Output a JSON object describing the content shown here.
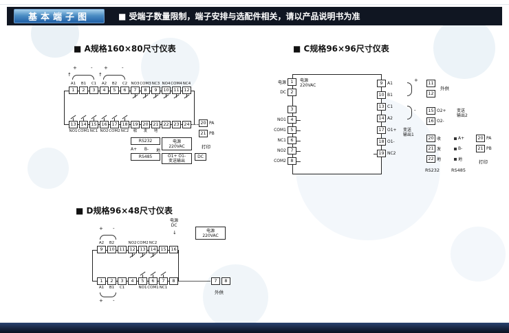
{
  "header": {
    "title": "基本端子图",
    "note": "■ 受端子数量限制，端子安排与选配件相关，请以产品说明书为准"
  },
  "symbols": {
    "plus": "+",
    "minus": "-",
    "up": "↑",
    "down": "↓"
  },
  "a": {
    "title": "■ A规格160×80尺寸仪表",
    "top": [
      {
        "n": "1",
        "l": "A1"
      },
      {
        "n": "2",
        "l": "B1"
      },
      {
        "n": "3",
        "l": "C1"
      },
      {
        "n": "4",
        "l": "A2"
      },
      {
        "n": "5",
        "l": "B2"
      },
      {
        "n": "6",
        "l": "C2"
      },
      {
        "n": "7",
        "l": "NO3"
      },
      {
        "n": "8",
        "l": "COM3"
      },
      {
        "n": "9",
        "l": "NC3"
      },
      {
        "n": "10",
        "l": "NO4"
      },
      {
        "n": "11",
        "l": "COM4"
      },
      {
        "n": "12",
        "l": "NC4"
      }
    ],
    "bottom": [
      {
        "n": "13",
        "l": "NO1"
      },
      {
        "n": "14",
        "l": "COM1"
      },
      {
        "n": "15",
        "l": "NC1"
      },
      {
        "n": "16",
        "l": "NO2"
      },
      {
        "n": "17",
        "l": "COM2"
      },
      {
        "n": "18",
        "l": "NC2"
      },
      {
        "n": "19",
        "l": "收"
      },
      {
        "n": "20",
        "l": "发"
      },
      {
        "n": "21",
        "l": "地"
      },
      {
        "n": "22",
        "l": ""
      },
      {
        "n": "23",
        "l": ""
      },
      {
        "n": "24",
        "l": ""
      }
    ],
    "rs232": "RS232",
    "rs485": "RS485",
    "alt_comm": [
      "A+",
      "B-",
      "地"
    ],
    "power_line1": "电源",
    "power_line2": "220VAC",
    "out_line1": "O1+ O1-",
    "out_line2": "变送输出",
    "dc": "DC",
    "print": {
      "rows": [
        {
          "n": "20",
          "l": "PA"
        },
        {
          "n": "21",
          "l": "PB"
        }
      ],
      "caption": "打印"
    }
  },
  "c": {
    "title": "■ C规格96×96尺寸仪表",
    "power": [
      {
        "n": "1",
        "l": "电源"
      },
      {
        "n": "2",
        "l": "DC"
      }
    ],
    "power_inner1": "电源",
    "power_inner2": "220VAC",
    "left": [
      {
        "n": "3",
        "l": ""
      },
      {
        "n": "4",
        "l": "NO1"
      },
      {
        "n": "5",
        "l": "COM1"
      },
      {
        "n": "6",
        "l": "NC1"
      },
      {
        "n": "7",
        "l": "NO2"
      },
      {
        "n": "8",
        "l": "COM2"
      }
    ],
    "right": [
      {
        "n": "9",
        "l": "A1"
      },
      {
        "n": "10",
        "l": "B1"
      },
      {
        "n": "13",
        "l": "C1"
      },
      {
        "n": "14",
        "l": "A2"
      },
      {
        "n": "17",
        "l": "O1+"
      },
      {
        "n": "18",
        "l": "O1-"
      },
      {
        "n": "19",
        "l": "NC2"
      }
    ],
    "out1_line1": "变送",
    "out1_line2": "输出1",
    "aux": {
      "rows": [
        {
          "n": "11",
          "l": ""
        },
        {
          "n": "12",
          "l": ""
        }
      ],
      "caption": "外供"
    },
    "o2": {
      "rows": [
        {
          "n": "15",
          "l": "O2+"
        },
        {
          "n": "16",
          "l": "O2-"
        }
      ],
      "cap1": "变送",
      "cap2": "输出2"
    },
    "comm": {
      "rows": [
        {
          "n": "20",
          "l": "收"
        },
        {
          "n": "21",
          "l": "发"
        },
        {
          "n": "22",
          "l": "地"
        }
      ],
      "caption": "RS232"
    },
    "comm_alt": {
      "labels": [
        "A+",
        "B-",
        "地"
      ],
      "caption": "RS485"
    },
    "print": {
      "rows": [
        {
          "n": "20",
          "l": "PA"
        },
        {
          "n": "21",
          "l": "PB"
        }
      ],
      "caption": "打印"
    }
  },
  "d": {
    "title": "■ D规格96×48尺寸仪表",
    "power_dc1": "电源",
    "power_dc2": "DC",
    "power_box1": "电源",
    "power_box2": "220VAC",
    "top": [
      {
        "n": "9",
        "l": "A2"
      },
      {
        "n": "10",
        "l": "B2"
      },
      {
        "n": "11",
        "l": ""
      },
      {
        "n": "12",
        "l": "NO2"
      },
      {
        "n": "13",
        "l": "COM2"
      },
      {
        "n": "14",
        "l": "NC2"
      },
      {
        "n": "15",
        "l": ""
      },
      {
        "n": "16",
        "l": ""
      }
    ],
    "bottom": [
      {
        "n": "1",
        "l": "A1"
      },
      {
        "n": "2",
        "l": "B1"
      },
      {
        "n": "3",
        "l": "C1"
      },
      {
        "n": "4",
        "l": ""
      },
      {
        "n": "5",
        "l": "NO1"
      },
      {
        "n": "6",
        "l": "COM1"
      },
      {
        "n": "7",
        "l": "NC1"
      },
      {
        "n": "8",
        "l": ""
      }
    ],
    "aux": {
      "rows": [
        {
          "n": "7",
          "l": ""
        },
        {
          "n": "8",
          "l": ""
        }
      ],
      "caption": "外供"
    }
  }
}
